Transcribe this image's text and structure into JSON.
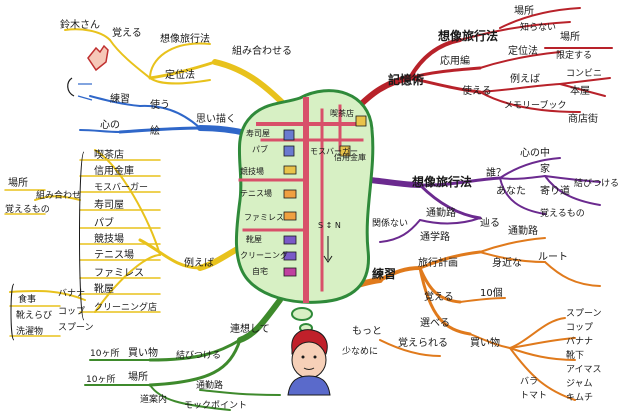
{
  "colors": {
    "yellow": "#e8c21c",
    "blue": "#2f67c9",
    "red": "#b8222a",
    "purple": "#6b2a8f",
    "orange": "#e07a1c",
    "green": "#3e8a2c",
    "road": "#d8506a",
    "cloud_fill": "#d7f0c4",
    "cloud_stroke": "#2f8a3a"
  },
  "center": {
    "map_labels": [
      "喫茶店",
      "寿司屋",
      "パブ",
      "モスバーガー",
      "信用金庫",
      "競技場",
      "テニス場",
      "ファミレス",
      "靴屋",
      "クリーニング",
      "自宅"
    ],
    "compass": "S ↕ N"
  },
  "yellow_branch": {
    "top": [
      "鈴木さん",
      "覚える",
      "想像旅行法",
      "定位法",
      "組み合わせる"
    ],
    "bottom": [
      "場所",
      "覚えるもの",
      "組み合わせ",
      "喫茶店",
      "信用金庫",
      "モスバーガー",
      "寿司屋",
      "パブ",
      "競技場",
      "テニス場",
      "ファミレス",
      "靴屋",
      "クリーニング店",
      "例えば",
      "食事",
      "バナナ",
      "靴えらび",
      "コップ",
      "洗濯物",
      "スプーン"
    ]
  },
  "blue_branch": {
    "labels": [
      "練習",
      "使う",
      "心の",
      "絵",
      "思い描く"
    ]
  },
  "red_branch": {
    "labels": [
      "記憶術",
      "想像旅行法",
      "場所",
      "知らない",
      "応用編",
      "定位法",
      "場所",
      "限定する",
      "使える",
      "例えば",
      "コンビニ",
      "本屋",
      "メモリーブック",
      "商店街"
    ]
  },
  "purple_branch": {
    "labels": [
      "想像旅行法",
      "誰？",
      "心の中",
      "家",
      "あなた",
      "寄り道",
      "結びつける",
      "覚えるもの",
      "通勤路",
      "通学路",
      "辿る",
      "関係ない"
    ]
  },
  "orange_branch": {
    "labels": [
      "練習",
      "旅行計画",
      "通勤路",
      "覚える",
      "身近な",
      "ルート",
      "10個",
      "選べる",
      "買い物",
      "スプーン",
      "コップ",
      "バナナ",
      "靴下",
      "アイマス",
      "ジャム",
      "バラ",
      "トマト",
      "キムチ",
      "もっと",
      "少なめに",
      "覚えられる"
    ]
  },
  "green_branch": {
    "labels": [
      "連想して",
      "10ヶ所",
      "買い物",
      "結びつける",
      "10ヶ所",
      "場所",
      "道案内",
      "通勤路",
      "モックポイント"
    ]
  }
}
